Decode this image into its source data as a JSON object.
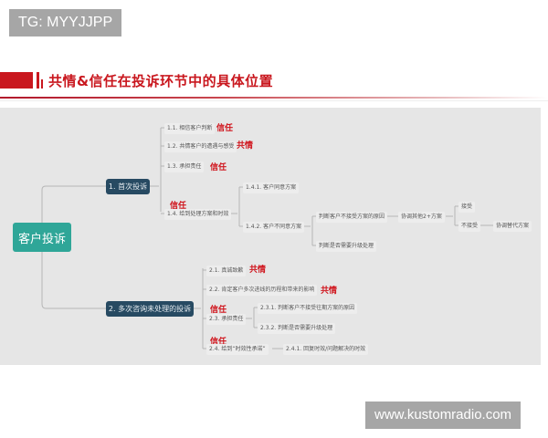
{
  "watermarks": {
    "top": "TG: MYYJJPP",
    "bottom": "www.kustomradio.com"
  },
  "header": {
    "title": "共情&信任在投诉环节中的具体位置",
    "accent_color": "#c9171e"
  },
  "mindmap": {
    "root": "客户投诉",
    "branches": [
      {
        "label": "1. 首次投诉",
        "children": [
          {
            "label": "1.1. 相信客户判断",
            "tag": "信任"
          },
          {
            "label": "1.2. 共情客户的遭遇与感受",
            "tag": "共情"
          },
          {
            "label": "1.3. 承担责任",
            "tag": "信任"
          },
          {
            "label": "1.4. 给到处理方案和时效",
            "tag": "信任",
            "children": [
              {
                "label": "1.4.1. 客户同意方案"
              },
              {
                "label": "1.4.2. 客户不同意方案",
                "children": [
                  {
                    "label": "判断客户不接受方案的原因",
                    "children": [
                      {
                        "label": "协调其他2+方案",
                        "children": [
                          {
                            "label": "接受"
                          },
                          {
                            "label": "不接受",
                            "children": [
                              {
                                "label": "协调替代方案"
                              }
                            ]
                          }
                        ]
                      }
                    ]
                  },
                  {
                    "label": "判断是否需要升级处理"
                  }
                ]
              }
            ]
          }
        ]
      },
      {
        "label": "2. 多次咨询未处理的投诉",
        "children": [
          {
            "label": "2.1. 真诚致歉",
            "tag": "共情"
          },
          {
            "label": "2.2. 肯定客户多次进线的历程和带来的影响",
            "tag": "共情"
          },
          {
            "label": "2.3. 承担责任",
            "tag": "信任",
            "children": [
              {
                "label": "2.3.1. 判断客户不接受往期方案的原因"
              },
              {
                "label": "2.3.2. 判断是否需要升级处理"
              }
            ]
          },
          {
            "label": "2.4. 给到“时效性承诺”",
            "tag": "信任",
            "children": [
              {
                "label": "2.4.1. 回复时效/问题解决的时效"
              }
            ]
          }
        ]
      }
    ],
    "colors": {
      "background": "#e6e6e6",
      "root": "#2fa698",
      "level1": "#274a62",
      "tag": "#d0141c",
      "line": "#b5b5b5"
    }
  }
}
